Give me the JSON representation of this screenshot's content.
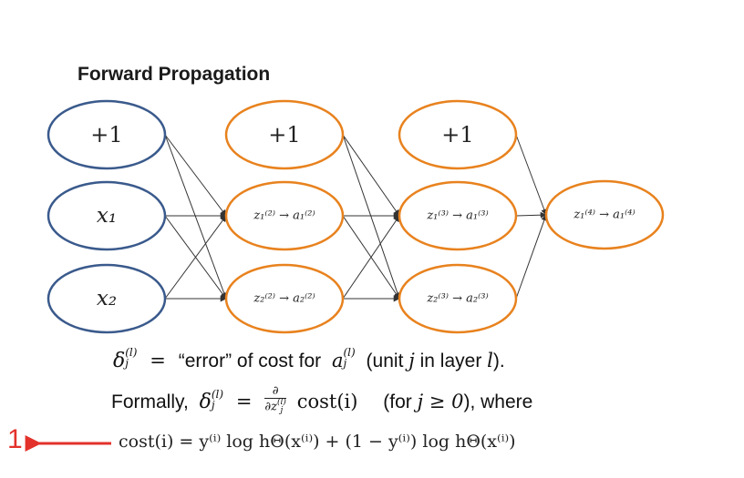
{
  "title": "Forward Propagation",
  "colors": {
    "blue": "#3a5a8c",
    "orange": "#e8821e",
    "arrow_red": "#e3322b",
    "edge": "#333333"
  },
  "layers": [
    {
      "nodes": [
        {
          "id": "bias1",
          "label": "+1",
          "style": "big",
          "color": "blue"
        },
        {
          "id": "x1",
          "label": "x₁",
          "style": "italic",
          "color": "blue"
        },
        {
          "id": "x2",
          "label": "x₂",
          "style": "italic",
          "color": "blue"
        }
      ]
    },
    {
      "nodes": [
        {
          "id": "bias2",
          "label": "+1",
          "style": "big",
          "color": "orange"
        },
        {
          "id": "h21",
          "label": "z₁⁽²⁾ → a₁⁽²⁾",
          "style": "small",
          "color": "orange"
        },
        {
          "id": "h22",
          "label": "z₂⁽²⁾ → a₂⁽²⁾",
          "style": "small",
          "color": "orange"
        }
      ]
    },
    {
      "nodes": [
        {
          "id": "bias3",
          "label": "+1",
          "style": "big",
          "color": "orange"
        },
        {
          "id": "h31",
          "label": "z₁⁽³⁾ → a₁⁽³⁾",
          "style": "small",
          "color": "orange"
        },
        {
          "id": "h32",
          "label": "z₂⁽³⁾ → a₂⁽³⁾",
          "style": "small",
          "color": "orange"
        }
      ]
    },
    {
      "nodes": [
        {
          "id": "out",
          "label": "z₁⁽⁴⁾ → a₁⁽⁴⁾",
          "style": "small",
          "color": "orange"
        }
      ]
    }
  ],
  "edges": [
    [
      "bias1",
      "h21"
    ],
    [
      "bias1",
      "h22"
    ],
    [
      "x1",
      "h21"
    ],
    [
      "x1",
      "h22"
    ],
    [
      "x2",
      "h21"
    ],
    [
      "x2",
      "h22"
    ],
    [
      "bias2",
      "h31"
    ],
    [
      "bias2",
      "h32"
    ],
    [
      "h21",
      "h31"
    ],
    [
      "h21",
      "h32"
    ],
    [
      "h22",
      "h31"
    ],
    [
      "h22",
      "h32"
    ],
    [
      "bias3",
      "out"
    ],
    [
      "h31",
      "out"
    ],
    [
      "h32",
      "out"
    ]
  ],
  "text": {
    "line1": {
      "delta": "δ",
      "delta_sup": "(l)",
      "delta_sub": "j",
      "eq": "=",
      "quote": "“error” of cost for",
      "a": "a",
      "a_sup": "(l)",
      "a_sub": "j",
      "paren_open": "(unit",
      "j": "j",
      "in_layer": "in layer",
      "l": "l",
      "paren_close": ")."
    },
    "line2": {
      "formally": "Formally,",
      "delta": "δ",
      "delta_sup": "(l)",
      "delta_sub": "j",
      "eq": "=",
      "frac_num": "∂",
      "frac_den": "∂z",
      "frac_den_sup": "(l)",
      "frac_den_sub": "j",
      "cost": "cost(i)",
      "for_open": "(for",
      "j_ge": "j ≥ 0",
      "for_close": "), where"
    },
    "formula": "cost(i) = y⁽ⁱ⁾ log hΘ(x⁽ⁱ⁾) + (1 − y⁽ⁱ⁾) log hΘ(x⁽ⁱ⁾)"
  },
  "marker": "1"
}
